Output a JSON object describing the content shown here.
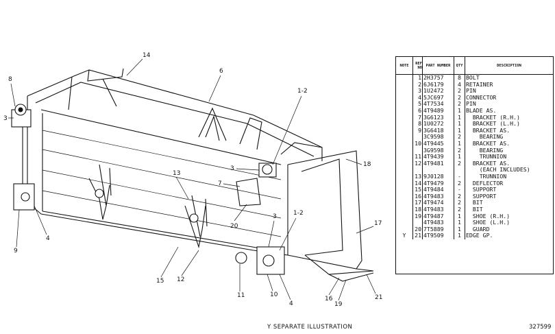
{
  "illustration": {
    "callouts": [
      "14",
      "6",
      "8",
      "3",
      "1-2",
      "3",
      "7",
      "18",
      "13",
      "20",
      "1-2",
      "3",
      "17",
      "4",
      "9",
      "11",
      "10",
      "4",
      "15",
      "12",
      "16",
      "19",
      "21"
    ]
  },
  "parts_table": {
    "headers": {
      "note": "NOTE",
      "ref": "REF NO",
      "part": "PART NUMBER",
      "qty": "QTY",
      "desc": "DESCRIPTION"
    },
    "rows": [
      {
        "note": "",
        "ref": "1",
        "part": "2H3757",
        "qty": "8",
        "desc": "BOLT"
      },
      {
        "note": "",
        "ref": "2",
        "part": "6J6179",
        "qty": "4",
        "desc": "RETAINER"
      },
      {
        "note": "",
        "ref": "3",
        "part": "1U2472",
        "qty": "2",
        "desc": "PIN"
      },
      {
        "note": "",
        "ref": "4",
        "part": "5JC697",
        "qty": "2",
        "desc": "CONNECTOR"
      },
      {
        "note": "",
        "ref": "5",
        "part": "4T7534",
        "qty": "2",
        "desc": "PIN"
      },
      {
        "note": "",
        "ref": "6",
        "part": "4T9489",
        "qty": "1",
        "desc": "BLADE AS."
      },
      {
        "note": "",
        "ref": "7",
        "part": "3G6123",
        "qty": "1",
        "desc": "  BRACKET (R.H.)"
      },
      {
        "note": "",
        "ref": "8",
        "part": "1U0272",
        "qty": "1",
        "desc": "  BRACKET (L.H.)"
      },
      {
        "note": "",
        "ref": "9",
        "part": "3G6418",
        "qty": "1",
        "desc": "  BRACKET AS."
      },
      {
        "note": "",
        "ref": "",
        "part": "3C9598",
        "qty": "2",
        "desc": "    BEARING"
      },
      {
        "note": "",
        "ref": "10",
        "part": "4T9445",
        "qty": "1",
        "desc": "  BRACKET AS."
      },
      {
        "note": "",
        "ref": "",
        "part": "3G9598",
        "qty": "2",
        "desc": "    BEARING"
      },
      {
        "note": "",
        "ref": "11",
        "part": "4T9439",
        "qty": "1",
        "desc": "    TRUNNION"
      },
      {
        "note": "",
        "ref": "12",
        "part": "4T9481",
        "qty": "2",
        "desc": "  BRACKET AS."
      },
      {
        "note": "",
        "ref": "",
        "part": "",
        "qty": "",
        "desc": "    (EACH INCLUDES)"
      },
      {
        "note": "",
        "ref": "13",
        "part": "9J0128",
        "qty": "-",
        "desc": "    TRUNNION"
      },
      {
        "note": "",
        "ref": "14",
        "part": "4T9479",
        "qty": "2",
        "desc": "  DEFLECTOR"
      },
      {
        "note": "",
        "ref": "15",
        "part": "4T9484",
        "qty": "-",
        "desc": "  SUPPORT"
      },
      {
        "note": "",
        "ref": "16",
        "part": "4T9483",
        "qty": "2",
        "desc": "  SUPPORT"
      },
      {
        "note": "",
        "ref": "17",
        "part": "4T9474",
        "qty": "2",
        "desc": "  BIT"
      },
      {
        "note": "",
        "ref": "18",
        "part": "4T9483",
        "qty": "2",
        "desc": "  BIT"
      },
      {
        "note": "",
        "ref": "19",
        "part": "4T9487",
        "qty": "1",
        "desc": "  SHOE (R.H.)"
      },
      {
        "note": "",
        "ref": "",
        "part": "4T9483",
        "qty": "1",
        "desc": "  SHOE (L.H.)"
      },
      {
        "note": "",
        "ref": "20",
        "part": "7T5889",
        "qty": "1",
        "desc": "  GUARD"
      },
      {
        "note": "Y",
        "ref": "21",
        "part": "4T9509",
        "qty": "1",
        "desc": "EDGE GP."
      }
    ]
  },
  "footer": {
    "note": "Y  SEPARATE ILLUSTRATION",
    "drawing_number": "327599"
  }
}
